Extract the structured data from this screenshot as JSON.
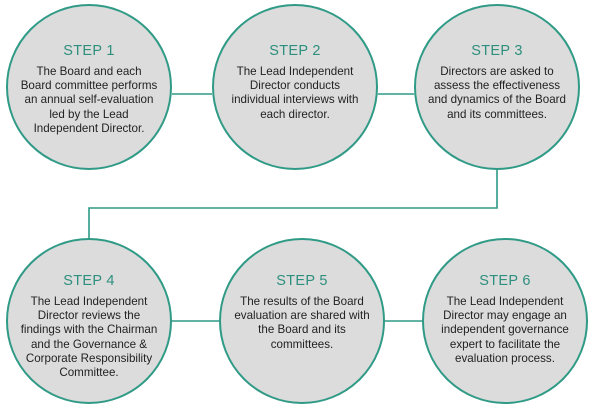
{
  "colors": {
    "accent": "#2f9a86",
    "circle_fill": "#dcdcdc",
    "text": "#222222"
  },
  "steps": [
    {
      "title": "STEP 1",
      "text": "The Board and each\nBoard committee performs\nan annual self-evaluation\nled by the Lead\nIndependent Director."
    },
    {
      "title": "STEP 2",
      "text": "The Lead Independent\nDirector conducts\nindividual interviews with\neach director."
    },
    {
      "title": "STEP 3",
      "text": "Directors are asked to\nassess the effectiveness\nand dynamics of the Board\nand its committees."
    },
    {
      "title": "STEP 4",
      "text": "The Lead Independent\nDirector reviews the\nfindings with the Chairman\nand the Governance &\nCorporate Responsibility\nCommittee."
    },
    {
      "title": "STEP 5",
      "text": "The results of the Board\nevaluation are shared with\nthe Board and its\ncommittees."
    },
    {
      "title": "STEP 6",
      "text": "The Lead Independent\nDirector may engage an\nindependent governance\nexpert to facilitate the\nevaluation process."
    }
  ]
}
